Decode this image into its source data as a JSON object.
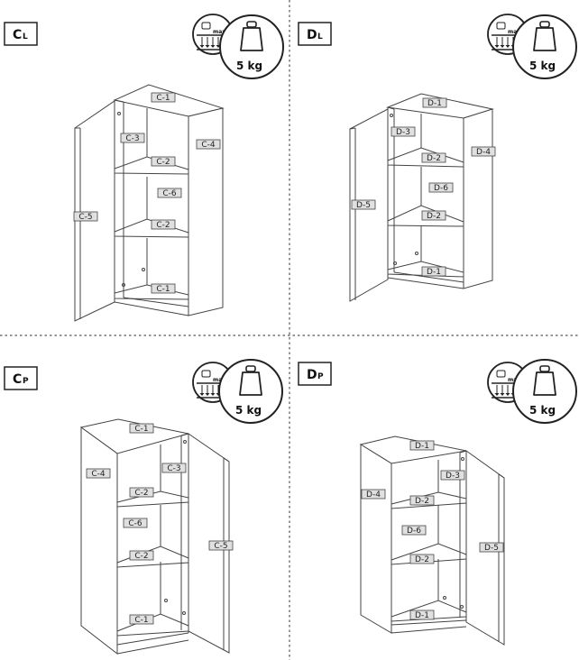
{
  "panels": [
    {
      "id": "cl",
      "label_main": "C",
      "label_sub": "L",
      "max_label": "max",
      "weight": "5 kg",
      "parts": [
        "C-1",
        "C-3",
        "C-4",
        "C-2",
        "C-6",
        "C-5",
        "C-2",
        "C-1"
      ]
    },
    {
      "id": "dl",
      "label_main": "D",
      "label_sub": "L",
      "max_label": "max",
      "weight": "5 kg",
      "parts": [
        "D-1",
        "D-3",
        "D-4",
        "D-2",
        "D-6",
        "D-5",
        "D-2",
        "D-1"
      ]
    },
    {
      "id": "cp",
      "label_main": "C",
      "label_sub": "P",
      "max_label": "max",
      "weight": "5 kg",
      "parts": [
        "C-1",
        "C-4",
        "C-3",
        "C-2",
        "C-6",
        "C-5",
        "C-2",
        "C-1"
      ]
    },
    {
      "id": "dp",
      "label_main": "D",
      "label_sub": "P",
      "max_label": "max",
      "weight": "5 kg",
      "parts": [
        "D-1",
        "D-3",
        "D-4",
        "D-2",
        "D-6",
        "D-5",
        "D-2",
        "D-1"
      ]
    }
  ]
}
